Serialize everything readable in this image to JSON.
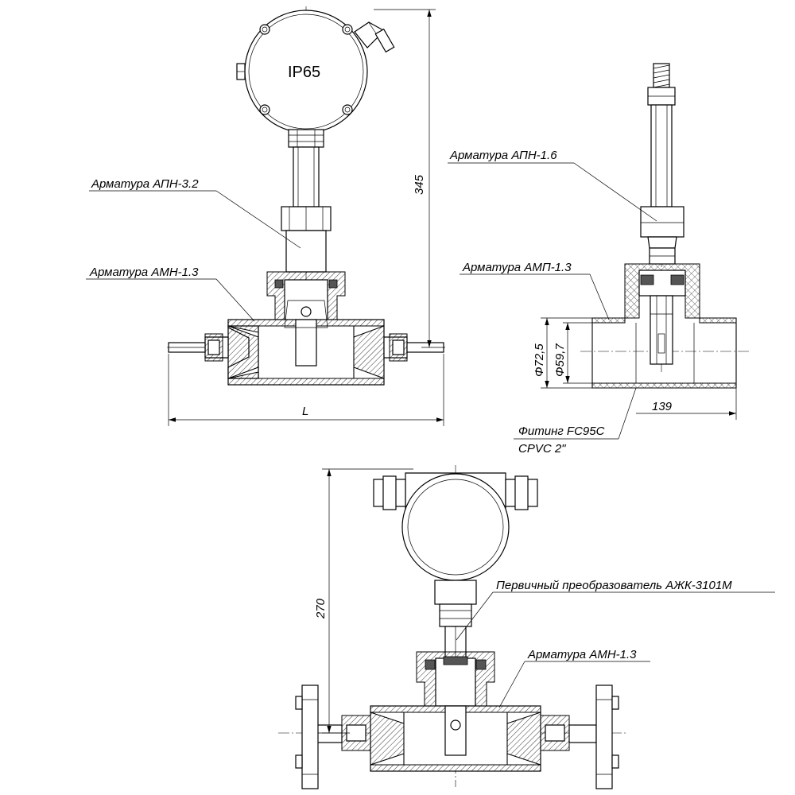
{
  "drawing": {
    "top_left": {
      "enclosure_rating": "IP65",
      "label_apn": "Арматура АПН-3.2",
      "label_amn": "Арматура АМН-1.3",
      "dim_height": "345",
      "dim_length": "L"
    },
    "top_right": {
      "label_apn": "Арматура АПН-1.6",
      "label_amp": "Арматура АМП-1.3",
      "dim_outer": "Φ72,5",
      "dim_inner": "Φ59,7",
      "dim_length": "139",
      "label_fitting_line1": "Фитинг FC95C",
      "label_fitting_line2": "CPVC 2\""
    },
    "bottom": {
      "label_transducer": "Первичный преобразователь АЖК-3101М",
      "label_amn": "Арматура АМН-1.3",
      "dim_height": "270"
    }
  }
}
